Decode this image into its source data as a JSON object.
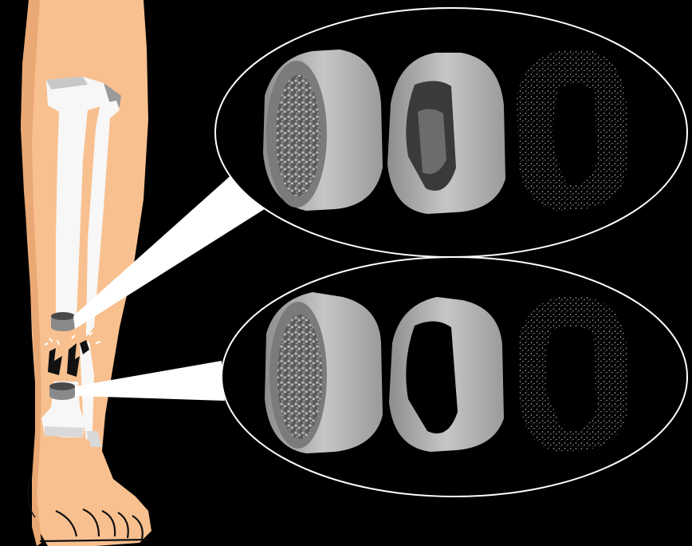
{
  "figure": {
    "background": "#000000",
    "skin_color": "#F8C08F",
    "skin_shadow": "#E9A874",
    "bone_color": "#F7F7F7",
    "bone_shadow": "#D9D9D9",
    "bone_dark": "#9A9A9A",
    "callout_color": "#FFFFFF",
    "sample_color": "#A8A8A8",
    "fracture_color": "#111111"
  },
  "panels": [
    {
      "name": "upper-panel",
      "samples": [
        "trabecular-bone-sample",
        "cortical-bone-sample",
        "porosity-map-sample"
      ]
    },
    {
      "name": "lower-panel",
      "samples": [
        "trabecular-bone-sample",
        "cortical-bone-sample",
        "porosity-map-sample"
      ]
    }
  ]
}
